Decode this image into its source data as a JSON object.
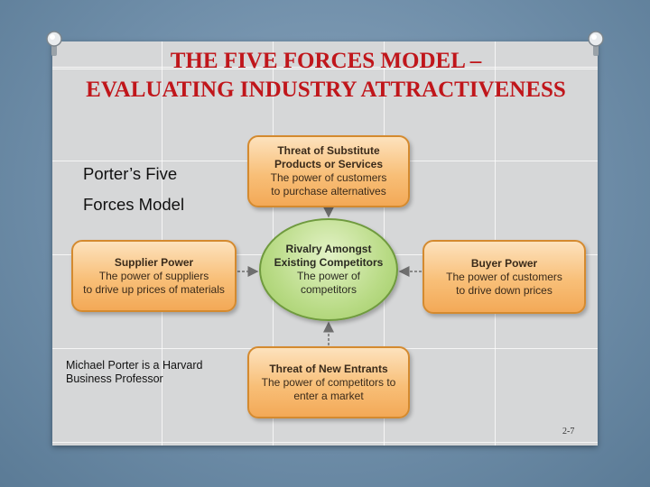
{
  "slide": {
    "title_line1": "THE FIVE FORCES MODEL –",
    "title_line2": "EVALUATING INDUSTRY ATTRACTIVENESS",
    "label_line1": "Porter’s Five",
    "label_line2": "Forces Model",
    "note": "Michael Porter is a Harvard Business Professor",
    "page_number": "2-7",
    "colors": {
      "title": "#c0161b",
      "box_fill": "#f8bf78",
      "box_border": "#d48a2f",
      "center_fill": "#b9db86",
      "center_border": "#6f9a3e"
    }
  },
  "diagram": {
    "top": {
      "title_line1": "Threat of Substitute",
      "title_line2": "Products or Services",
      "desc_line1": "The power of customers",
      "desc_line2": "to purchase alternatives"
    },
    "left": {
      "title": "Supplier Power",
      "desc_line1": "The power of suppliers",
      "desc_line2": "to drive up prices of materials"
    },
    "center": {
      "title_line1": "Rivalry Amongst",
      "title_line2": "Existing Competitors",
      "desc_line1": "The power of",
      "desc_line2": "competitors"
    },
    "right": {
      "title": "Buyer Power",
      "desc_line1": "The power of customers",
      "desc_line2": "to drive down prices"
    },
    "bottom": {
      "title": "Threat of New Entrants",
      "desc_line1": "The power of competitors to",
      "desc_line2": "enter a market"
    }
  }
}
